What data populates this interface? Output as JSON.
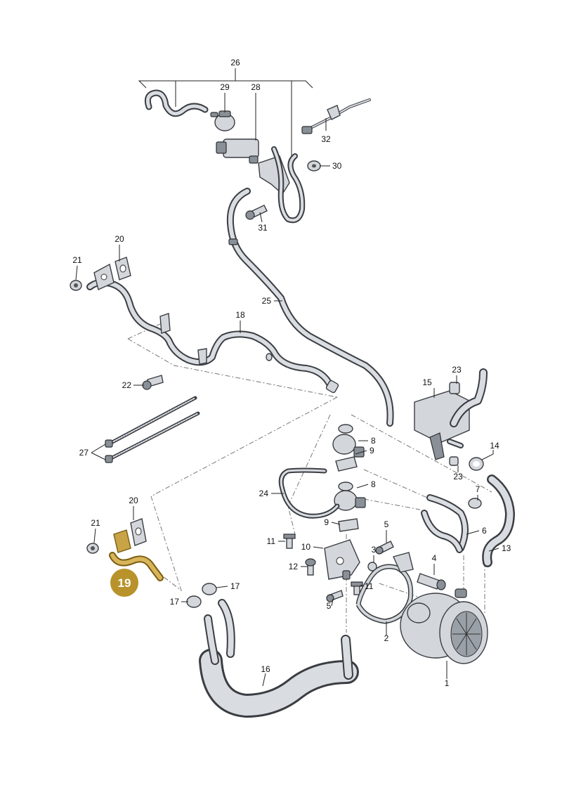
{
  "diagram": {
    "highlight": {
      "label": "19",
      "color": "#B8922A"
    },
    "callouts": [
      {
        "id": "26",
        "label": "26"
      },
      {
        "id": "29",
        "label": "29"
      },
      {
        "id": "28",
        "label": "28"
      },
      {
        "id": "32",
        "label": "32"
      },
      {
        "id": "30",
        "label": "30"
      },
      {
        "id": "31",
        "label": "31"
      },
      {
        "id": "20a",
        "label": "20"
      },
      {
        "id": "21a",
        "label": "21"
      },
      {
        "id": "25",
        "label": "25"
      },
      {
        "id": "18",
        "label": "18"
      },
      {
        "id": "22",
        "label": "22"
      },
      {
        "id": "23a",
        "label": "23"
      },
      {
        "id": "15",
        "label": "15"
      },
      {
        "id": "14",
        "label": "14"
      },
      {
        "id": "23b",
        "label": "23"
      },
      {
        "id": "27",
        "label": "27"
      },
      {
        "id": "8a",
        "label": "8"
      },
      {
        "id": "9a",
        "label": "9"
      },
      {
        "id": "24",
        "label": "24"
      },
      {
        "id": "8b",
        "label": "8"
      },
      {
        "id": "7",
        "label": "7"
      },
      {
        "id": "20b",
        "label": "20"
      },
      {
        "id": "21b",
        "label": "21"
      },
      {
        "id": "9b",
        "label": "9"
      },
      {
        "id": "6",
        "label": "6"
      },
      {
        "id": "5a",
        "label": "5"
      },
      {
        "id": "11a",
        "label": "11"
      },
      {
        "id": "10",
        "label": "10"
      },
      {
        "id": "13",
        "label": "13"
      },
      {
        "id": "3",
        "label": "3"
      },
      {
        "id": "4",
        "label": "4"
      },
      {
        "id": "12",
        "label": "12"
      },
      {
        "id": "17a",
        "label": "17"
      },
      {
        "id": "11b",
        "label": "11"
      },
      {
        "id": "17b",
        "label": "17"
      },
      {
        "id": "5b",
        "label": "5"
      },
      {
        "id": "2",
        "label": "2"
      },
      {
        "id": "16",
        "label": "16"
      },
      {
        "id": "1",
        "label": "1"
      }
    ]
  }
}
